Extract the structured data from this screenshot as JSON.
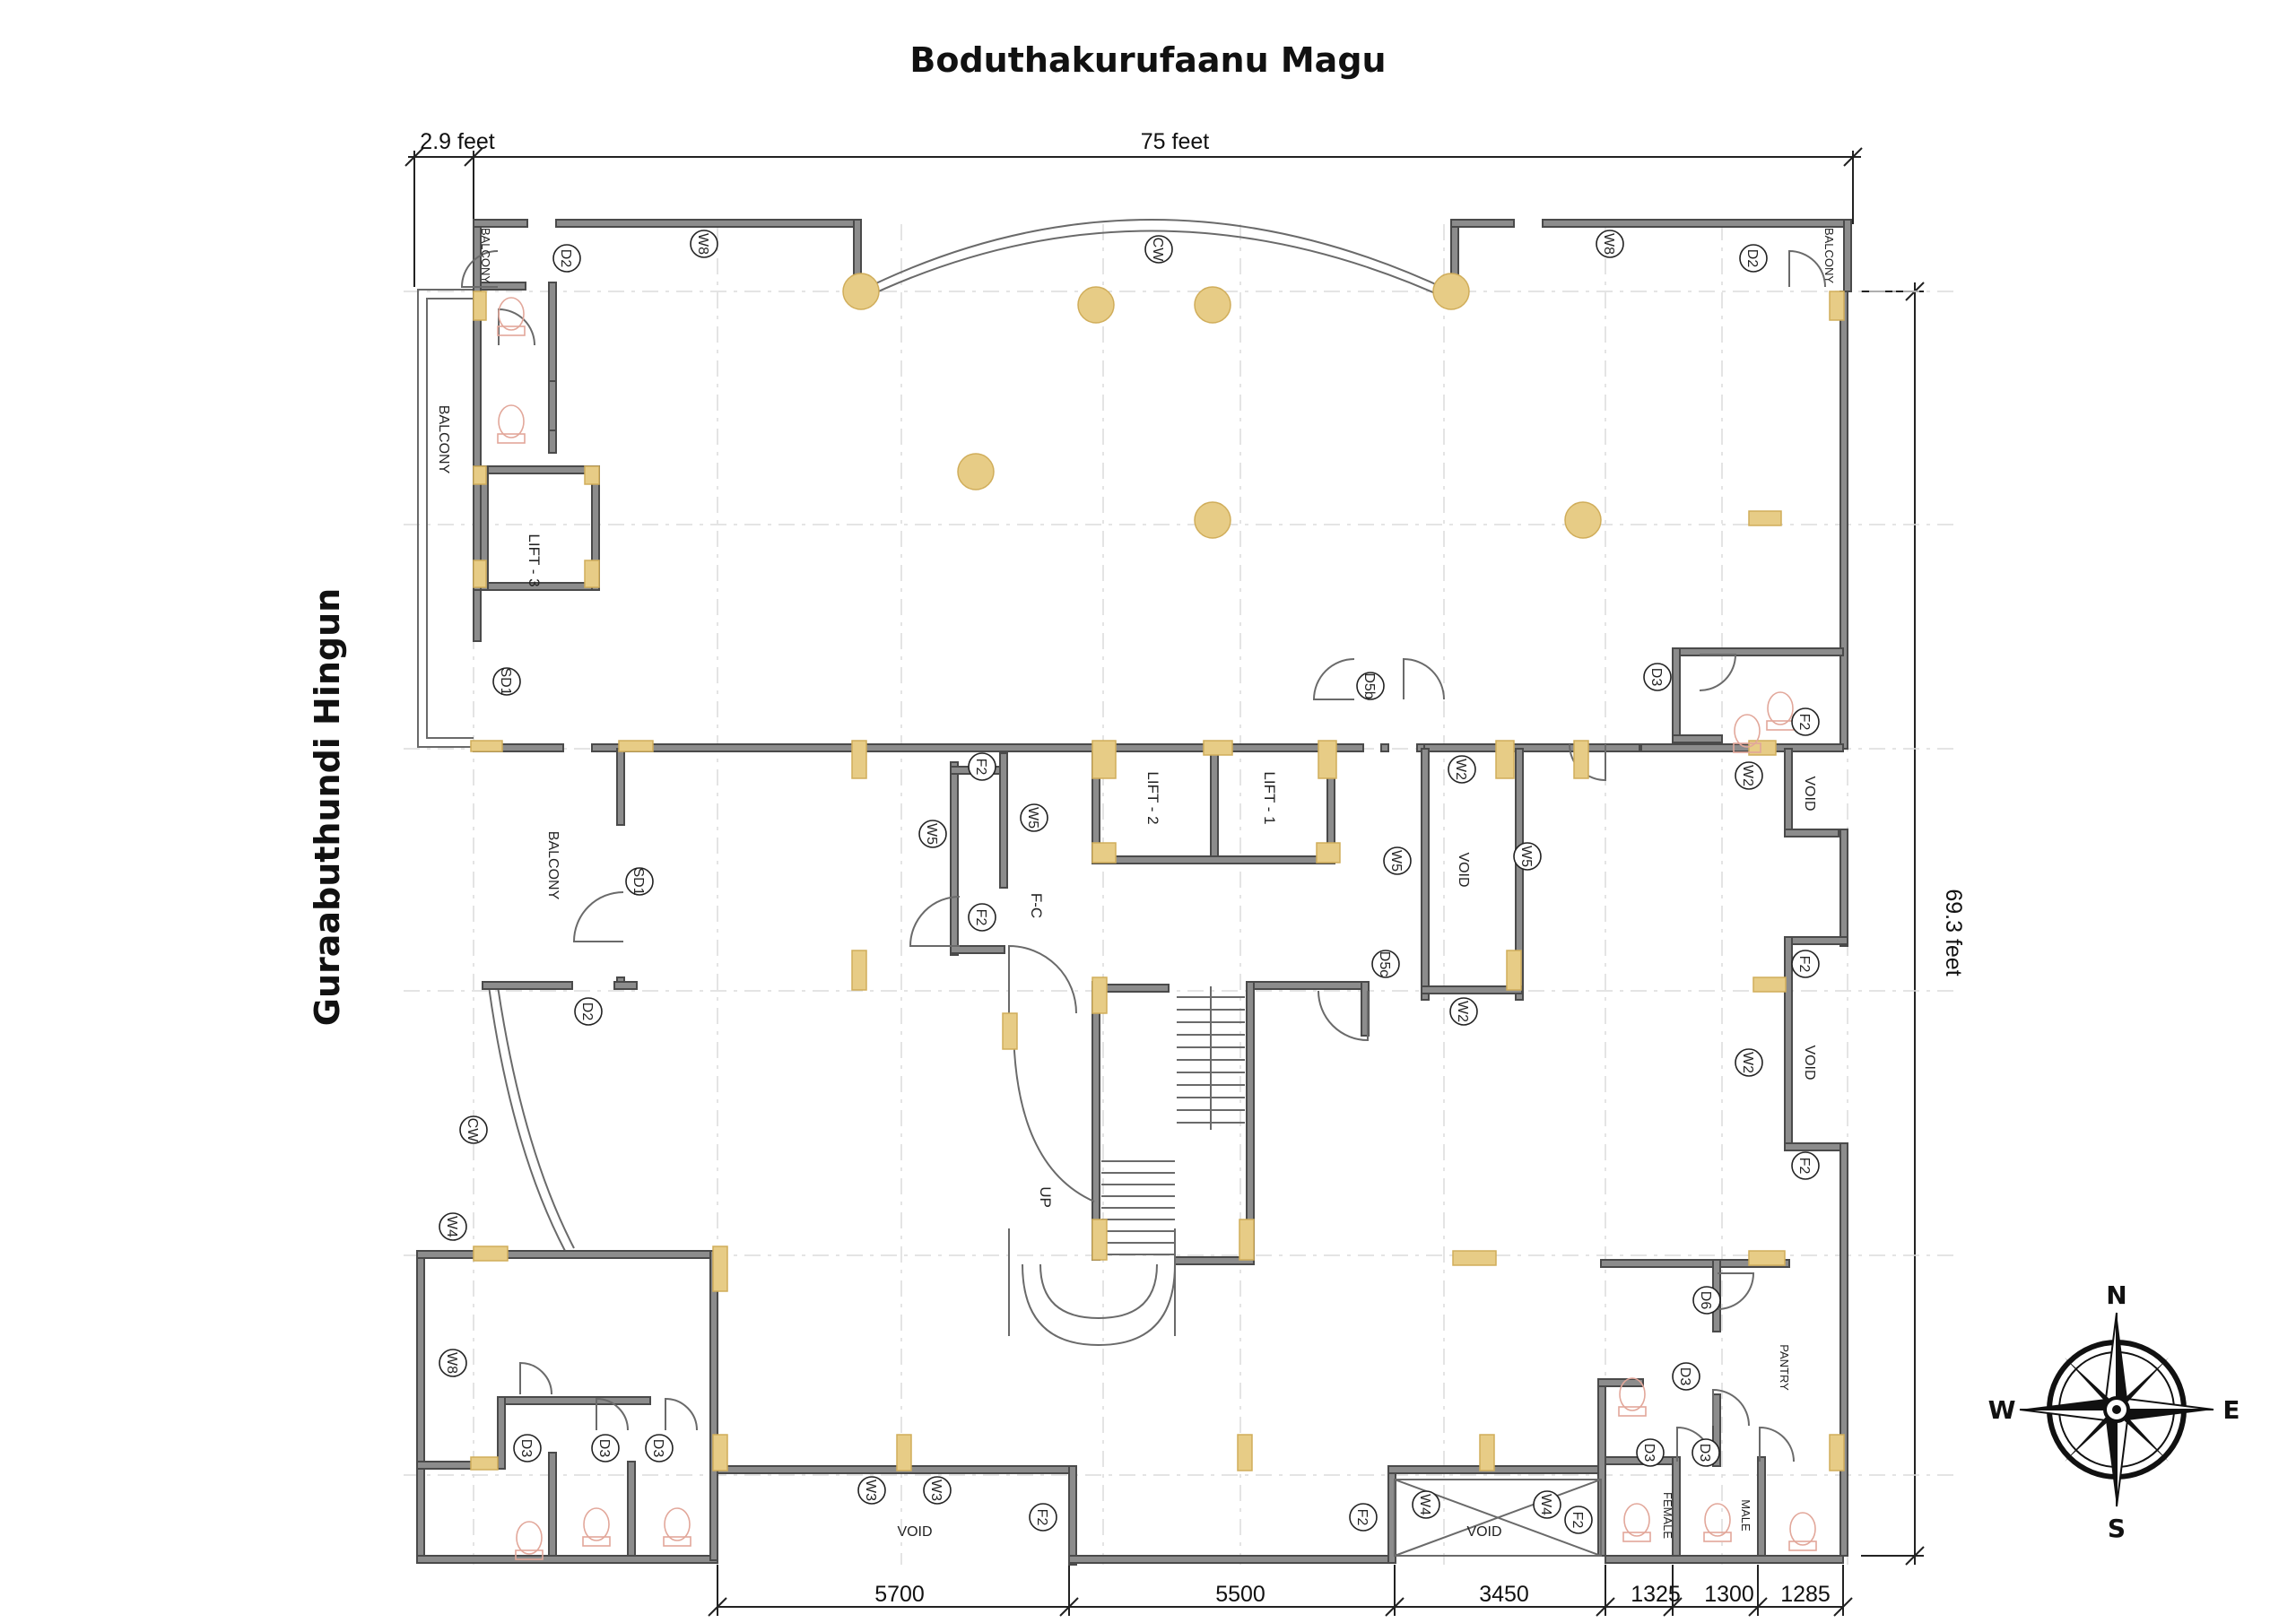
{
  "streets": {
    "top": "Boduthakurufaanu Magu",
    "left": "Guraabuthundi Hingun"
  },
  "dimensions": {
    "left_offset": "2.9 feet",
    "width": "75 feet",
    "depth": "69.3 feet",
    "bottom": [
      "5700",
      "5500",
      "3450",
      "1325",
      "1300",
      "1285"
    ]
  },
  "rooms": {
    "balcony_top_left": "BALCONY",
    "balcony_top_right": "BALCONY",
    "balcony_west": "BALCONY",
    "balcony_mid": "BALCONY",
    "lift1": "LIFT - 1",
    "lift2": "LIFT - 2",
    "lift3": "LIFT - 3",
    "void_center": "VOID",
    "void_east_upper": "VOID",
    "void_east_lower": "VOID",
    "void_south_west": "VOID",
    "void_south_center": "VOID",
    "fc": "F-C",
    "up": "UP",
    "pantry": "PANTRY",
    "female": "FEMALE",
    "male": "MALE"
  },
  "tags": {
    "d2_tl": "D2",
    "w8_t1": "W8",
    "cw_top": "CW",
    "w8_t2": "W8",
    "d2_tr": "D2",
    "sd1_w": "SD1",
    "d5b": "D5b",
    "d3_ne": "D3",
    "f2_ne": "F2",
    "f2_a": "F2",
    "w5_a": "W5",
    "w5_b": "W5",
    "f2_b": "F2",
    "w5_c": "W5",
    "w2_a": "W2",
    "w5_d": "W5",
    "d5c": "D5c",
    "w2_b": "W2",
    "w2_c": "W2",
    "f2_c": "F2",
    "w2_d": "W2",
    "f2_d": "F2",
    "sd1_m": "SD1",
    "d2_m": "D2",
    "cw_w": "CW",
    "w4_w": "W4",
    "w8_w": "W8",
    "d3_s1": "D3",
    "d3_s2": "D3",
    "d3_s3": "D3",
    "w3_a": "W3",
    "w3_b": "W3",
    "f2_s1": "F2",
    "f2_s2": "F2",
    "w4_a": "W4",
    "w4_b": "W4",
    "f2_s3": "F2",
    "d6": "D6",
    "d3_p": "D3",
    "d3_f": "D3",
    "d3_m": "D3"
  },
  "compass": {
    "n": "N",
    "s": "S",
    "e": "E",
    "w": "W"
  },
  "colors": {
    "wall": "#8c8c8c",
    "column": "#e7cc86",
    "fixture": "#e2a79a"
  }
}
